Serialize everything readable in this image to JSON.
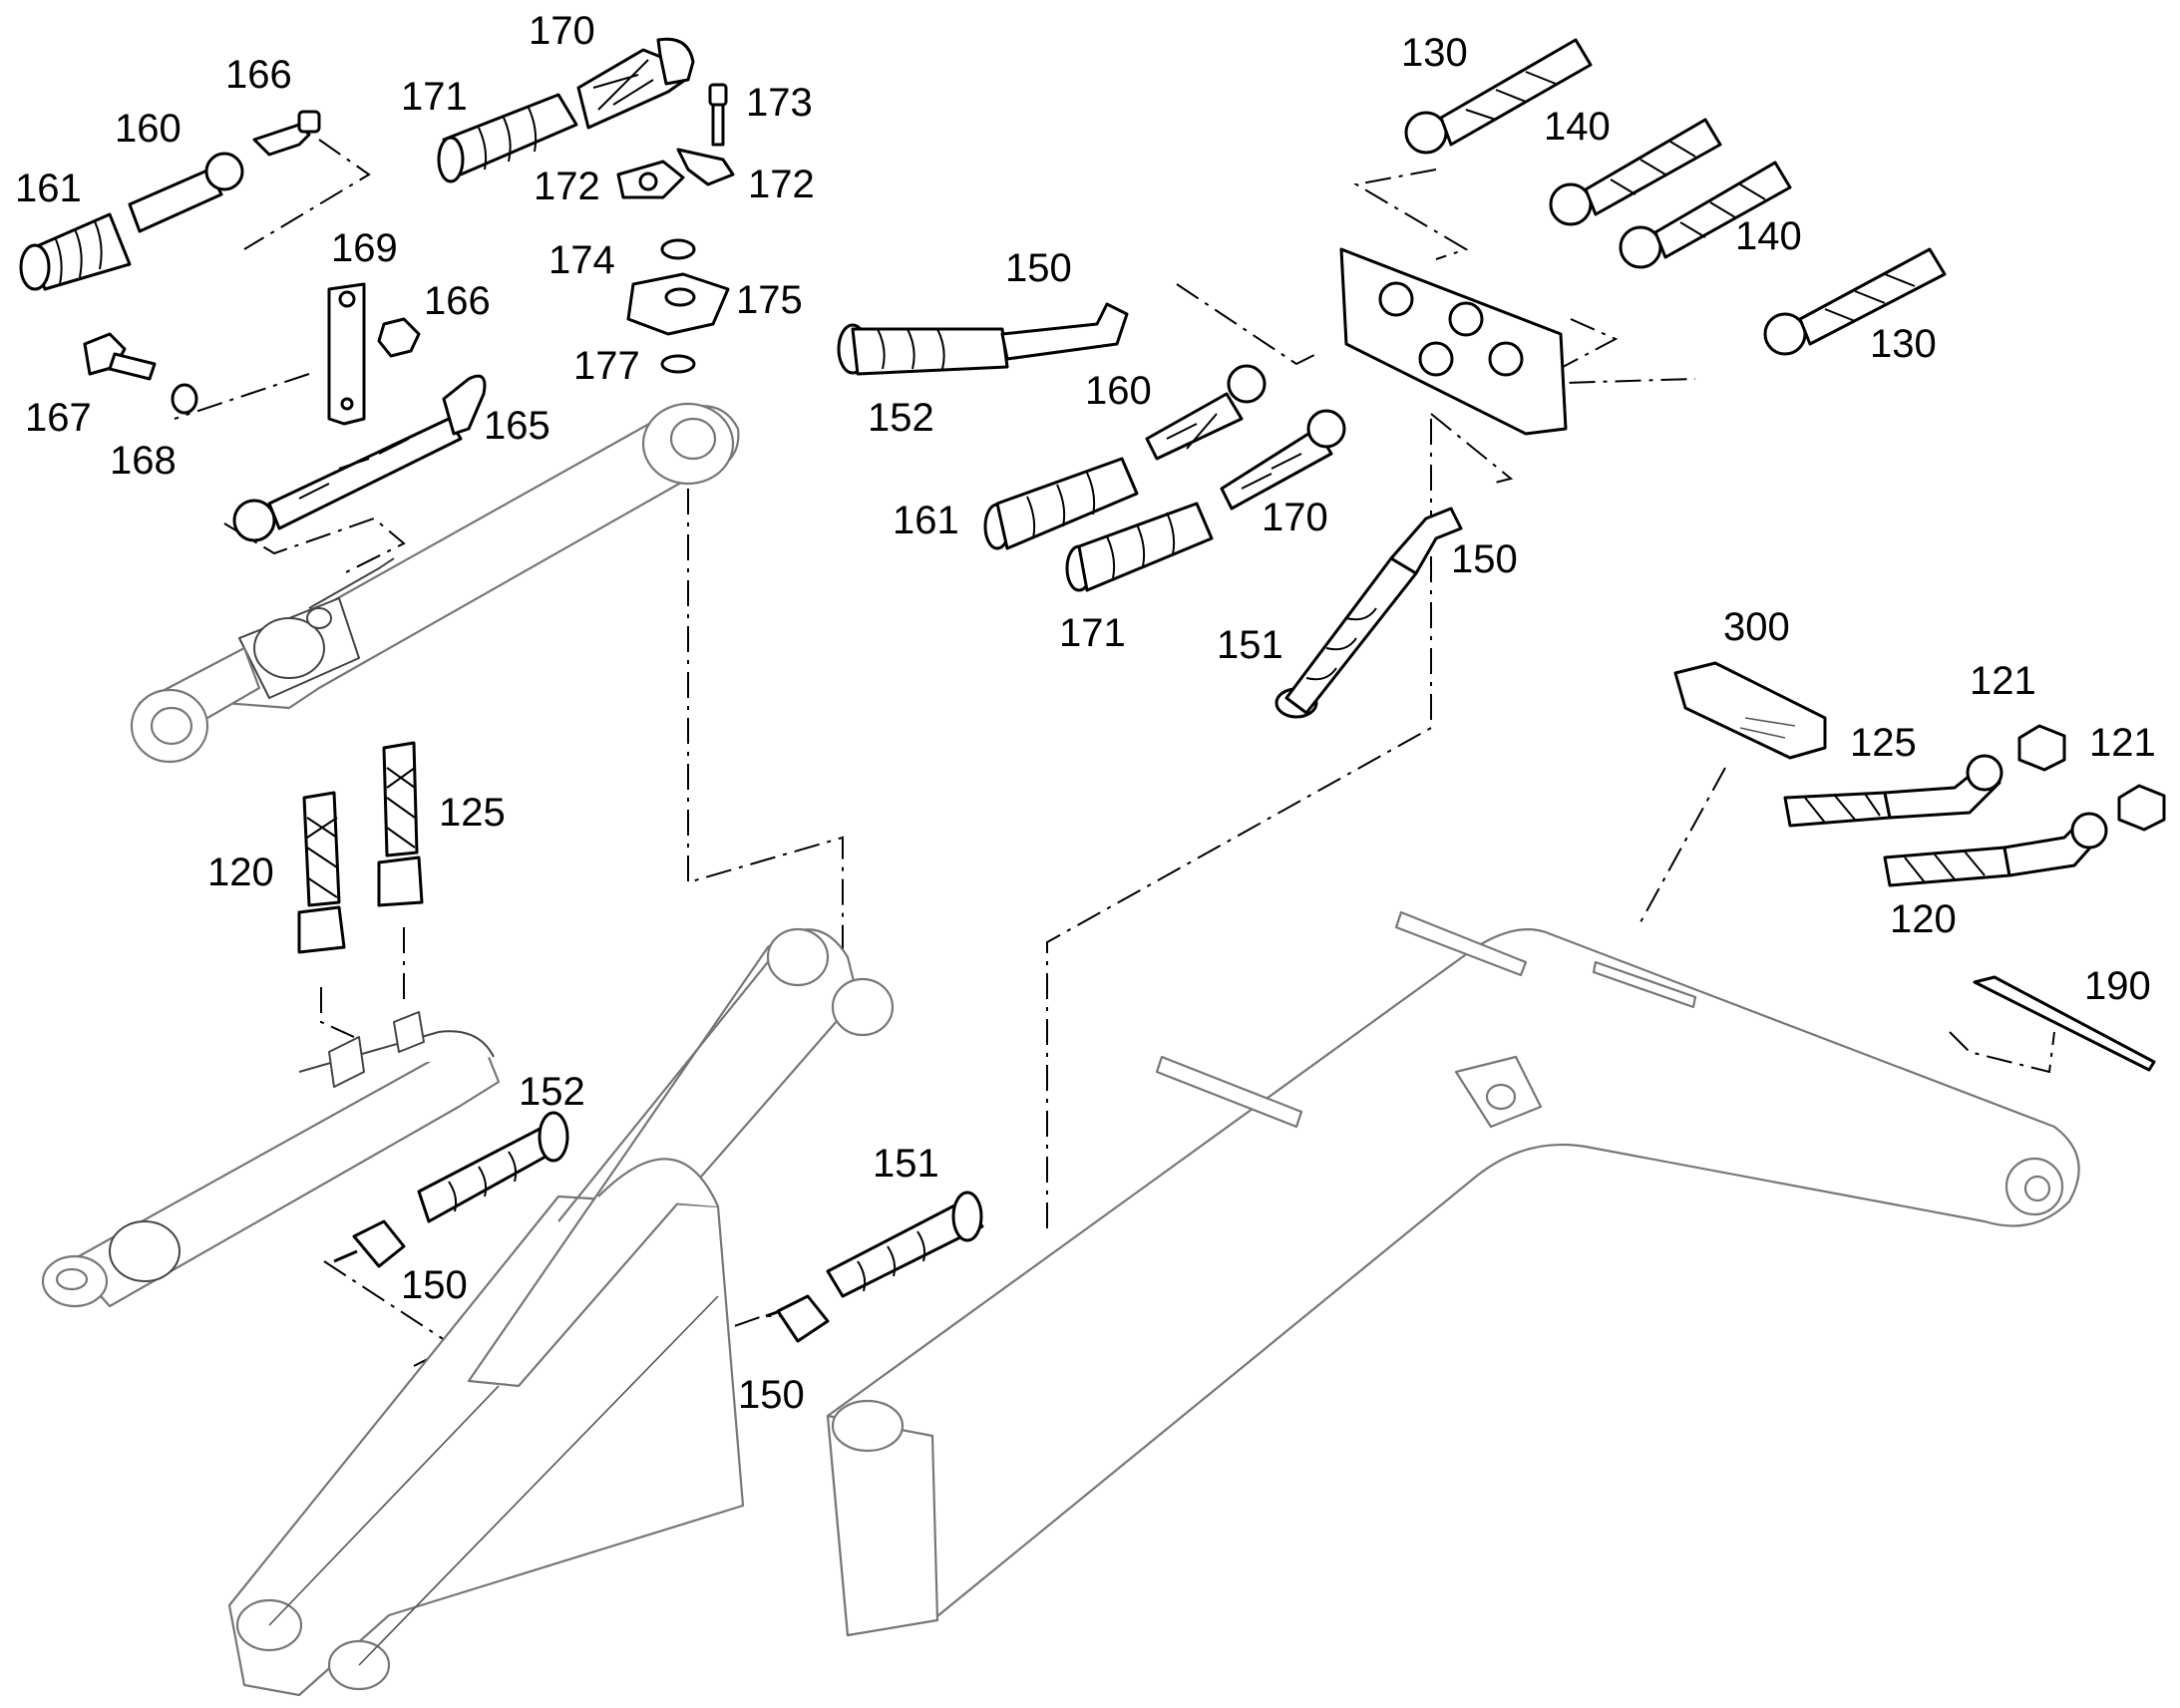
{
  "labels": {
    "l_161a": "161",
    "l_160a": "160",
    "l_166a": "166",
    "l_170a": "170",
    "l_171a": "171",
    "l_173": "173",
    "l_172a": "172",
    "l_172b": "172",
    "l_174": "174",
    "l_175": "175",
    "l_177": "177",
    "l_169": "169",
    "l_166b": "166",
    "l_167": "167",
    "l_168": "168",
    "l_165": "165",
    "l_130a": "130",
    "l_140a": "140",
    "l_140b": "140",
    "l_130b": "130",
    "l_150a": "150",
    "l_152a": "152",
    "l_160b": "160",
    "l_161b": "161",
    "l_170b": "170",
    "l_171b": "171",
    "l_150b": "150",
    "l_151a": "151",
    "l_300": "300",
    "l_121a": "121",
    "l_125a": "125",
    "l_121b": "121",
    "l_120a": "120",
    "l_125b": "125",
    "l_120b": "120",
    "l_190": "190",
    "l_152b": "152",
    "l_150c": "150",
    "l_151b": "151",
    "l_150d": "150"
  }
}
